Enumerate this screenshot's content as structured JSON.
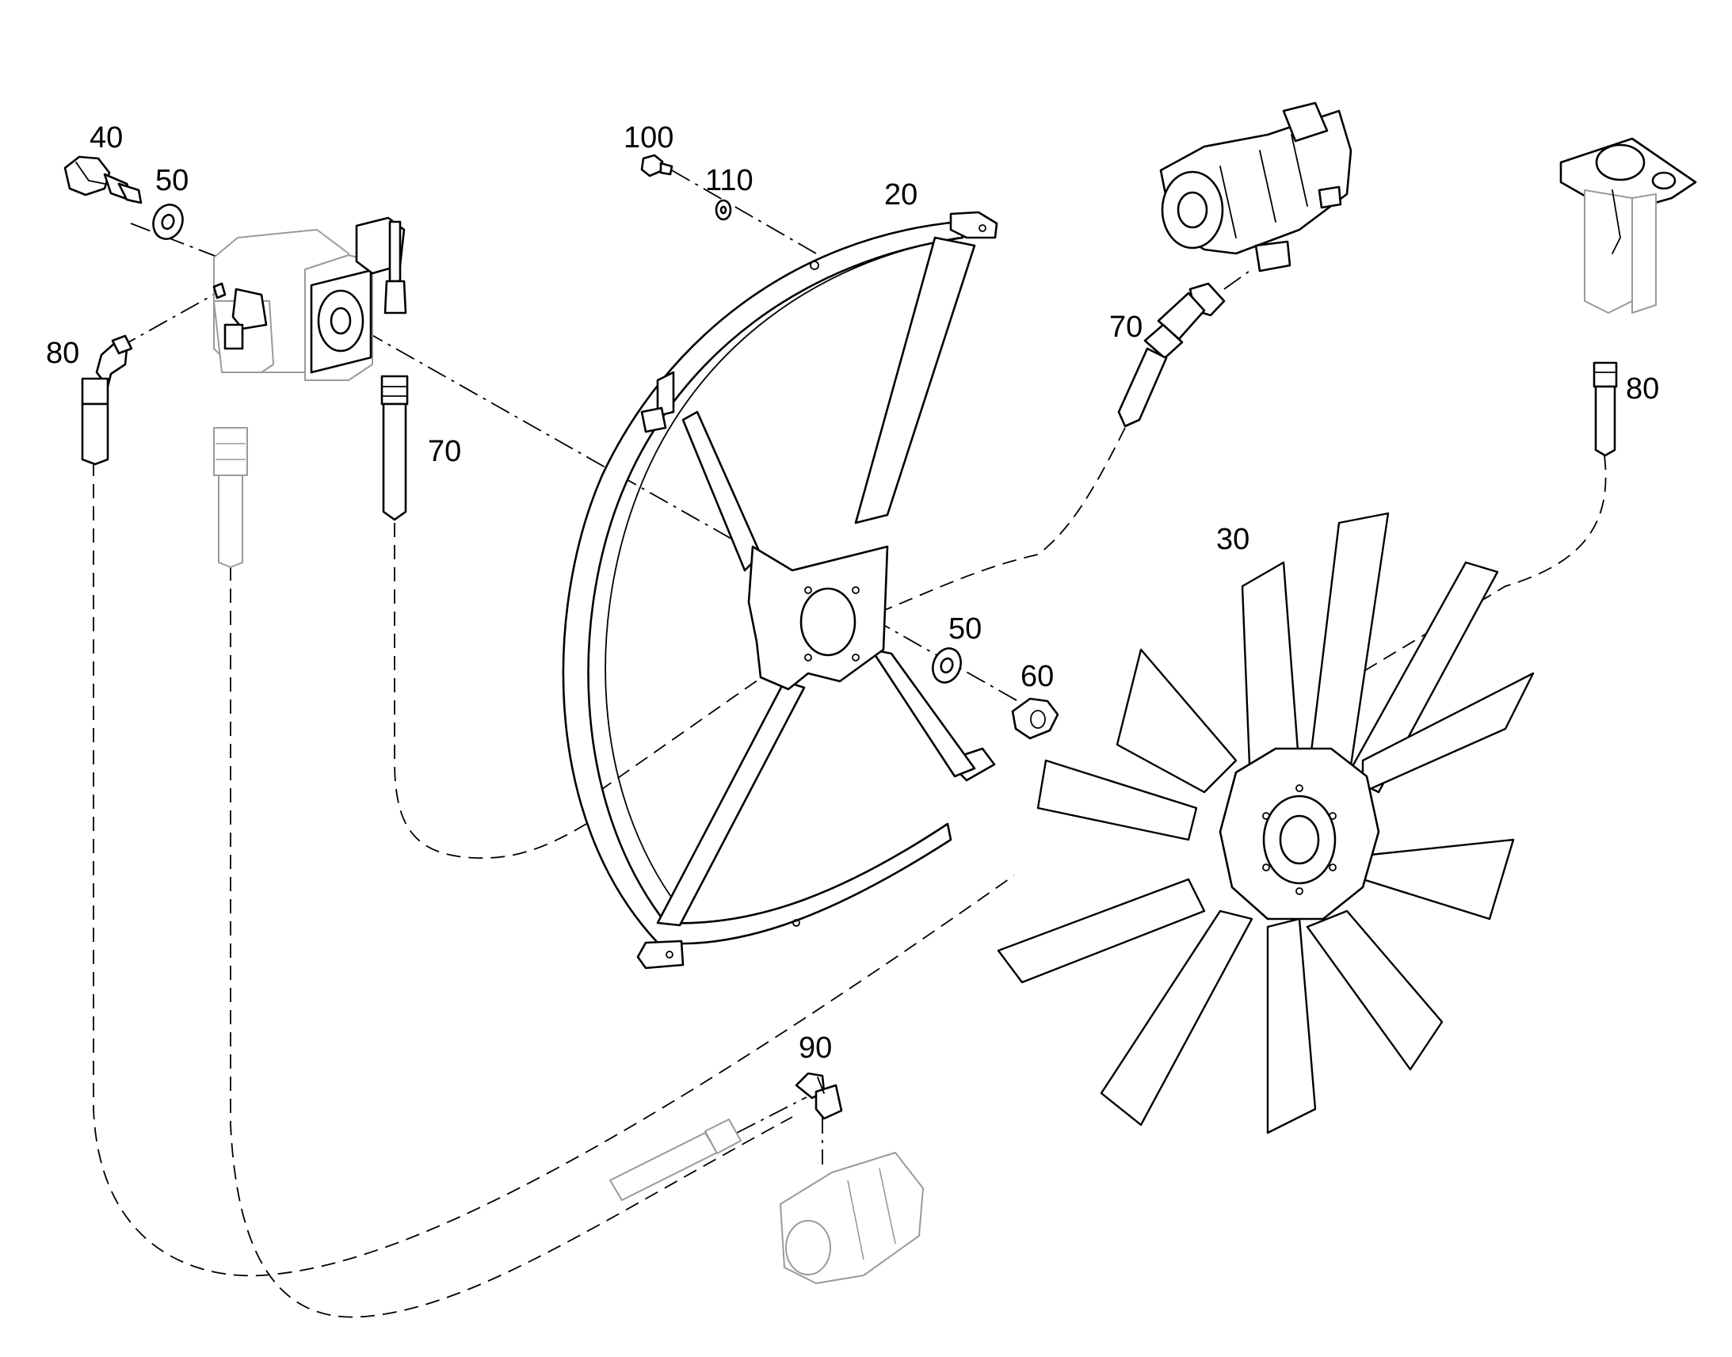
{
  "callouts": [
    {
      "id": "c40",
      "label": "40"
    },
    {
      "id": "c50a",
      "label": "50"
    },
    {
      "id": "c80a",
      "label": "80"
    },
    {
      "id": "c70a",
      "label": "70"
    },
    {
      "id": "c100",
      "label": "100"
    },
    {
      "id": "c110",
      "label": "110"
    },
    {
      "id": "c20",
      "label": "20"
    },
    {
      "id": "c70b",
      "label": "70"
    },
    {
      "id": "c80b",
      "label": "80"
    },
    {
      "id": "c30",
      "label": "30"
    },
    {
      "id": "c50b",
      "label": "50"
    },
    {
      "id": "c60",
      "label": "60"
    },
    {
      "id": "c90",
      "label": "90"
    }
  ]
}
